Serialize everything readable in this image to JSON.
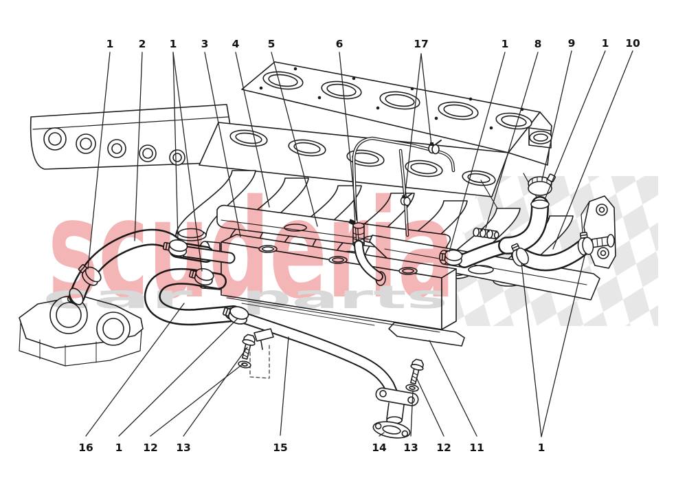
{
  "watermark": {
    "title": "scuderia",
    "subtitle_left": "car",
    "subtitle_right": "parts"
  },
  "colors": {
    "watermark_pink": "#f3b5b5",
    "watermark_gray": "#d9d9d9",
    "checker_gray": "#e4e4e4",
    "line_ink": "#1c1c1c"
  },
  "callouts": {
    "top": [
      "1",
      "2",
      "1",
      "3",
      "4",
      "5",
      "6",
      "17",
      "1",
      "8",
      "9",
      "1",
      "10"
    ],
    "bottom": [
      "16",
      "1",
      "12",
      "13",
      "15",
      "14",
      "13",
      "12",
      "11",
      "1"
    ]
  }
}
